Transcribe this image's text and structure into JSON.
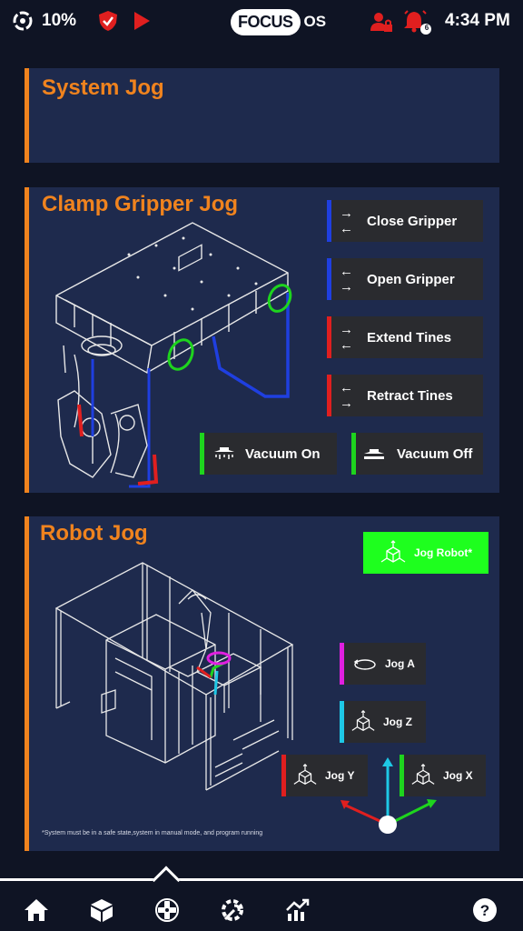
{
  "status": {
    "battery": "10%",
    "time": "4:34 PM",
    "brand": "FOCUS",
    "os": "OS",
    "notif_count": "6"
  },
  "system": {
    "title": "System Jog"
  },
  "clamp": {
    "title": "Clamp Gripper Jog",
    "buttons": [
      {
        "label": "Close Gripper",
        "icon": "→ ←",
        "color": "#1f3fe0"
      },
      {
        "label": "Open Gripper",
        "icon": "← →",
        "color": "#1f3fe0"
      },
      {
        "label": "Extend Tines",
        "icon": "→ ←",
        "color": "#e01f1f"
      },
      {
        "label": "Retract Tines",
        "icon": "← →",
        "color": "#e01f1f"
      }
    ],
    "vacuum_on": "Vacuum On",
    "vacuum_off": "Vacuum Off"
  },
  "robot": {
    "title": "Robot Jog",
    "jog_robot": "Jog Robot*",
    "jog_a": "Jog A",
    "jog_z": "Jog Z",
    "jog_y": "Jog Y",
    "jog_x": "Jog X",
    "footnote": "*System must be in a safe state,system in manual mode, and program running"
  },
  "colors": {
    "accent": "#f0831e",
    "green": "#1ed41e",
    "cyan": "#1ec8e6",
    "magenta": "#e01fe0",
    "red": "#e01f1f"
  },
  "nav": [
    "home-icon",
    "box-icon",
    "gamepad-icon",
    "settings-wrench-icon",
    "chart-icon",
    "help-icon"
  ]
}
